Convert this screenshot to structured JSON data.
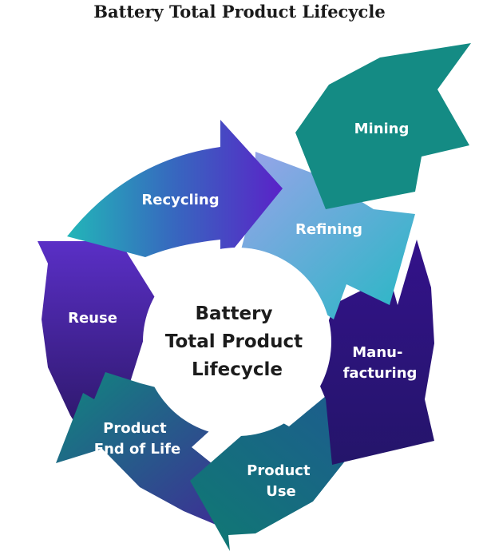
{
  "title": "Battery Total Product Lifecycle",
  "center_label": [
    "Battery",
    "Total Product",
    "Lifecycle"
  ],
  "stages": {
    "mining": [
      "Mining"
    ],
    "refining": [
      "Refining"
    ],
    "manufacturing": [
      "Manu-",
      "facturing"
    ],
    "product_use": [
      "Product",
      "Use"
    ],
    "end_of_life": [
      "Product",
      "End of Life"
    ],
    "reuse": [
      "Reuse"
    ],
    "recycling": [
      "Recycling"
    ]
  },
  "colors": {
    "mining": "#148b84",
    "refining": "#3fb3c4",
    "manufacturing": "#2a1378",
    "product_use": "#137a74",
    "end_of_life": "#12807d",
    "reuse": "#3a1d7e",
    "recycling": "#3a44b8"
  }
}
